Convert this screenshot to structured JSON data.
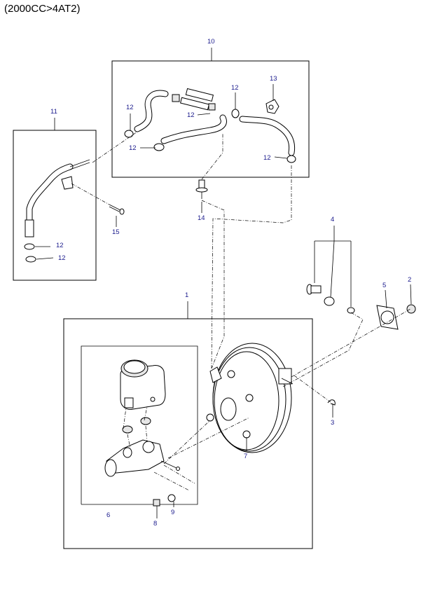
{
  "header": {
    "title": "(2000CC>4AT2)"
  },
  "callouts": {
    "c1": "1",
    "c2": "2",
    "c3": "3",
    "c4": "4",
    "c5": "5",
    "c6": "6",
    "c7": "7",
    "c8": "8",
    "c9": "9",
    "c10": "10",
    "c11": "11",
    "c12": "12",
    "c13": "13",
    "c14": "14",
    "c15": "15"
  },
  "colors": {
    "callout": "#1a1a8c",
    "line": "#000000"
  }
}
